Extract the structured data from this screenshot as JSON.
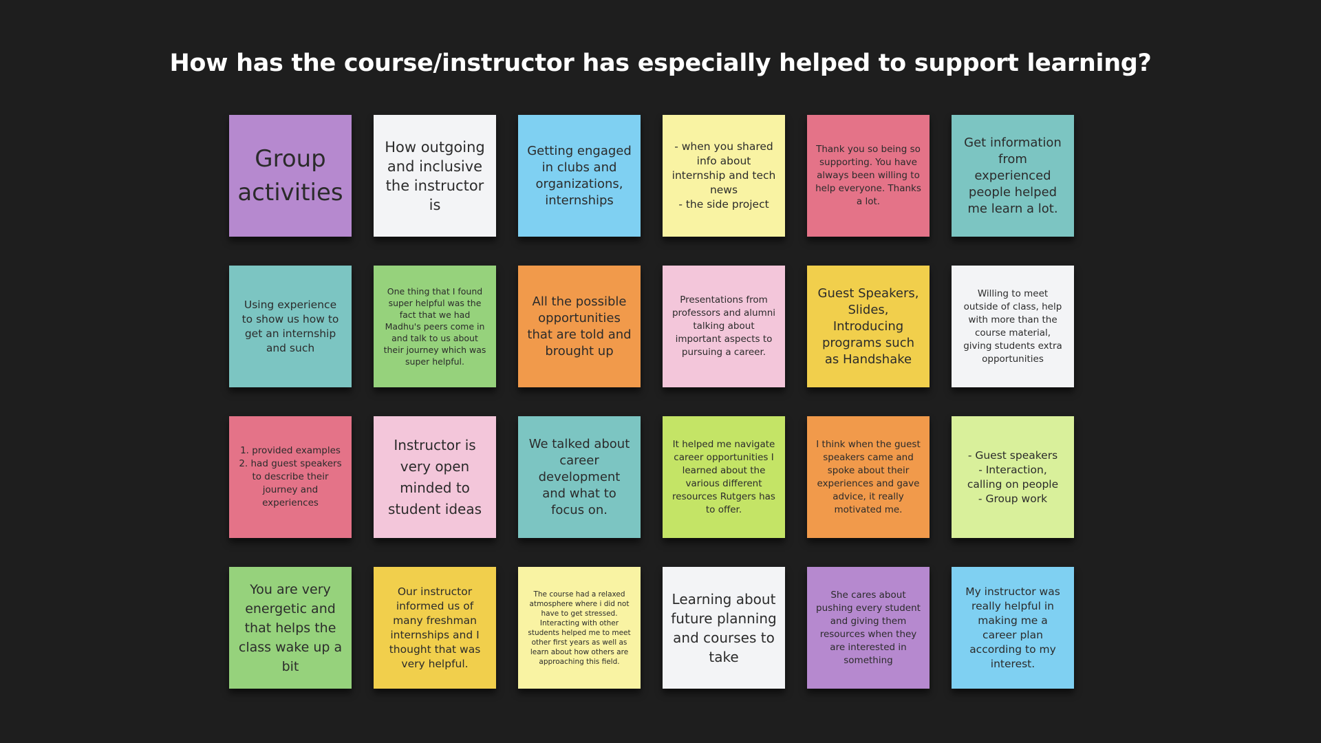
{
  "board": {
    "title": "How has the course/instructor has especially helped to support learning?",
    "background": "#1e1e1e",
    "title_color": "#ffffff"
  },
  "notes": [
    {
      "text": "Group activities",
      "color": "#b689cf"
    },
    {
      "text": "How outgoing and inclusive the instructor is",
      "color": "#f3f4f6"
    },
    {
      "text": "Getting engaged in clubs and organizations, internships",
      "color": "#7fd0f2"
    },
    {
      "text": "- when you shared info about internship and tech news\n- the side project",
      "color": "#f9f3a3"
    },
    {
      "text": "Thank you so being so supporting. You have always been willing to help everyone. Thanks a lot.",
      "color": "#e47388"
    },
    {
      "text": "Get information from experienced people helped me learn a lot.",
      "color": "#7cc5c2"
    },
    {
      "text": "Using experience to show us how to get an internship and such",
      "color": "#7cc5c2"
    },
    {
      "text": "One thing that I found super helpful was the fact that we had Madhu's peers come in and talk to us about their journey which was super helpful.",
      "color": "#96d27c"
    },
    {
      "text": "All the possible opportunities that are told and brought up",
      "color": "#f19a4b"
    },
    {
      "text": "Presentations from professors and alumni talking about important aspects to pursuing a career.",
      "color": "#f3c6da"
    },
    {
      "text": "Guest Speakers, Slides, Introducing programs such as Handshake",
      "color": "#f1cf4c"
    },
    {
      "text": "Willing to meet outside of class, help with more than the course material, giving students extra opportunities",
      "color": "#f3f4f6"
    },
    {
      "text": "1. provided examples\n2. had guest speakers to describe their journey and experiences",
      "color": "#e47388"
    },
    {
      "text": "Instructor is very open minded to student ideas",
      "color": "#f3c6da"
    },
    {
      "text": "We talked about career development and what to focus on.",
      "color": "#7cc5c2"
    },
    {
      "text": "It helped me navigate career opportunities I learned about the various different resources Rutgers has to offer.",
      "color": "#c4e466"
    },
    {
      "text": "I think when the guest speakers came and spoke about their experiences and gave advice, it really motivated me.",
      "color": "#f19a4b"
    },
    {
      "text": "- Guest speakers\n- Interaction, calling on people\n- Group work",
      "color": "#d9f09b"
    },
    {
      "text": "You are very energetic and that helps the class wake up a bit",
      "color": "#96d27c"
    },
    {
      "text": "Our instructor informed us of many freshman internships and I thought that was very helpful.",
      "color": "#f1cf4c"
    },
    {
      "text": "The course had a relaxed atmosphere where i did not have to get stressed. Interacting with other students helped me to meet other first years as well as learn about how others are approaching this field.",
      "color": "#f9f3a3"
    },
    {
      "text": "Learning about future planning and courses to take",
      "color": "#f3f4f6"
    },
    {
      "text": "She cares about pushing every student and giving them resources when they are interested in something",
      "color": "#b689cf"
    },
    {
      "text": "My instructor was really helpful in making me a career plan according to my interest.",
      "color": "#7fd0f2"
    }
  ]
}
